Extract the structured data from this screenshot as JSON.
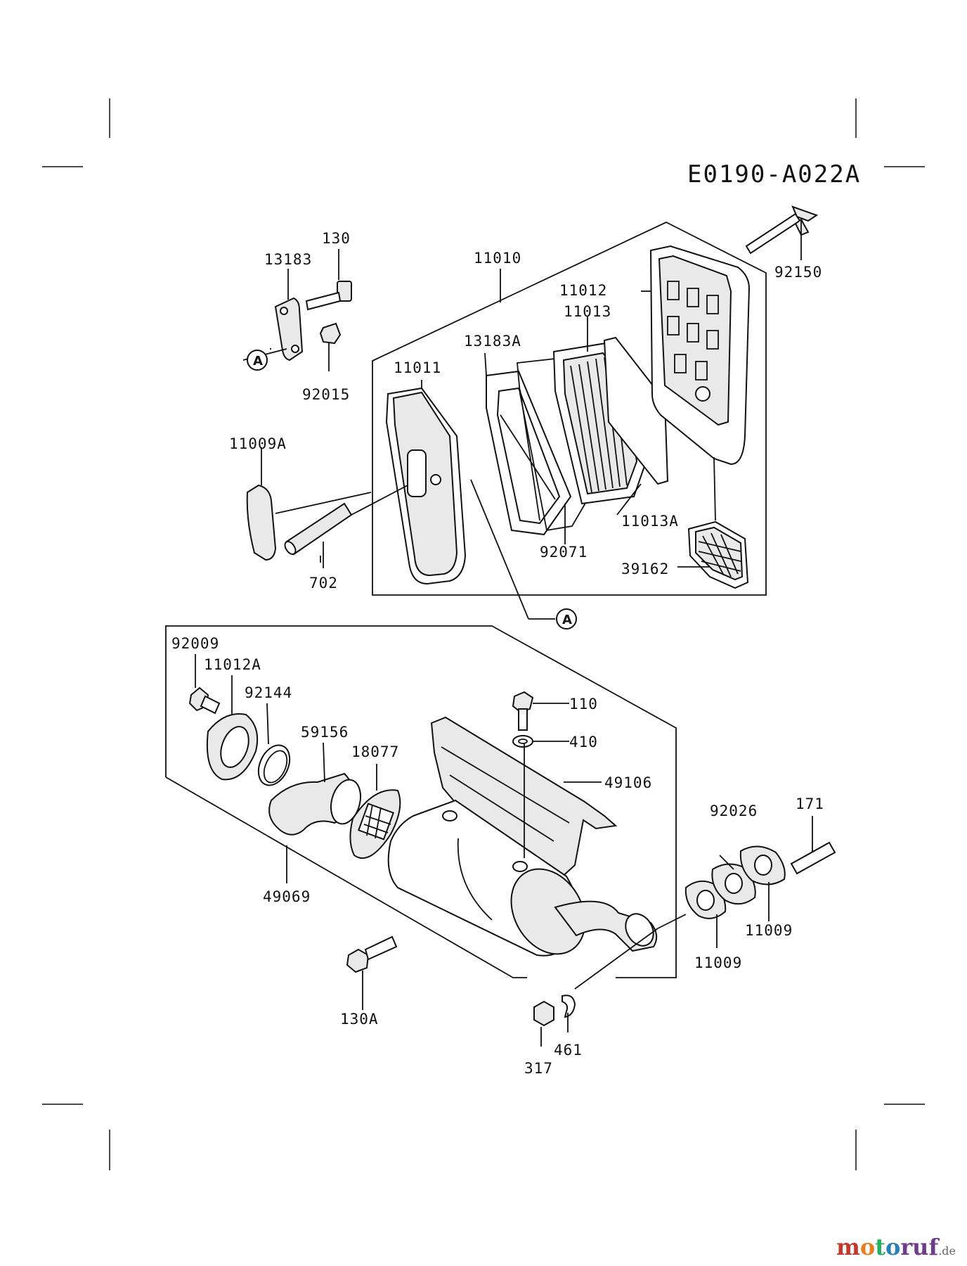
{
  "diagram": {
    "reference": "E0190-A022A",
    "callouts": {
      "a_upper": "A",
      "a_lower": "A"
    },
    "parts": {
      "p130": "130",
      "p13183": "13183",
      "p11010": "11010",
      "p92150": "92150",
      "p11012": "11012",
      "p11013": "11013",
      "p13183A": "13183A",
      "p11011": "11011",
      "p92015": "92015",
      "p11009A": "11009A",
      "p11013A": "11013A",
      "p92071": "92071",
      "p39162": "39162",
      "p702": "702",
      "p92009": "92009",
      "p11012A": "11012A",
      "p92144": "92144",
      "p59156": "59156",
      "p18077": "18077",
      "p110": "110",
      "p410": "410",
      "p49106": "49106",
      "p92026": "92026",
      "p171": "171",
      "p49069": "49069",
      "p11009a": "11009",
      "p11009b": "11009",
      "p130A": "130A",
      "p461": "461",
      "p317": "317"
    }
  },
  "watermark": {
    "colored": "moto",
    "rest": "ruf",
    "tld": ".de",
    "colors": {
      "m": "#c0392b",
      "o1": "#e67e22",
      "t": "#27ae60",
      "o2": "#2980b9",
      "rest": "#6d3d8a"
    }
  }
}
